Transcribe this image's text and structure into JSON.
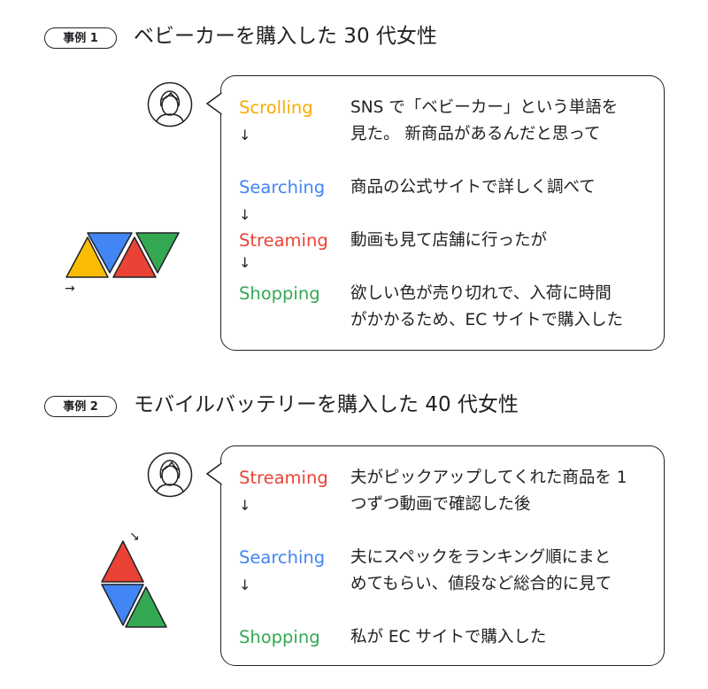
{
  "cases": [
    {
      "badge": "事例 1",
      "title": "ベビーカーを購入した 30 代女性",
      "rows": [
        {
          "stage": "Scrolling",
          "color": "#f9ab00",
          "lines": [
            "SNS で「ベビーカー」という単語を",
            "見た。 新商品があるんだと思って"
          ]
        },
        {
          "stage": "Searching",
          "color": "#4285f4",
          "lines": [
            "商品の公式サイトで詳しく調べて"
          ]
        },
        {
          "stage": "Streaming",
          "color": "#ea4335",
          "lines": [
            "動画も見て店舗に行ったが"
          ]
        },
        {
          "stage": "Shopping",
          "color": "#34a853",
          "lines": [
            "欲しい色が売り切れで、入荷に時間",
            "がかかるため、EC サイトで購入した"
          ]
        }
      ],
      "arrow": "↓",
      "side_arrow": "→"
    },
    {
      "badge": "事例 2",
      "title": "モバイルバッテリーを購入した 40 代女性",
      "rows": [
        {
          "stage": "Streaming",
          "color": "#ea4335",
          "lines": [
            "夫がピックアップしてくれた商品を 1",
            "つずつ動画で確認した後"
          ]
        },
        {
          "stage": "Searching",
          "color": "#4285f4",
          "lines": [
            "夫にスペックをランキング順にまと",
            "めてもらい、値段など総合的に見て"
          ]
        },
        {
          "stage": "Shopping",
          "color": "#34a853",
          "lines": [
            "私が EC サイトで購入した"
          ]
        }
      ],
      "arrow": "↓",
      "side_arrow": "↘"
    }
  ]
}
